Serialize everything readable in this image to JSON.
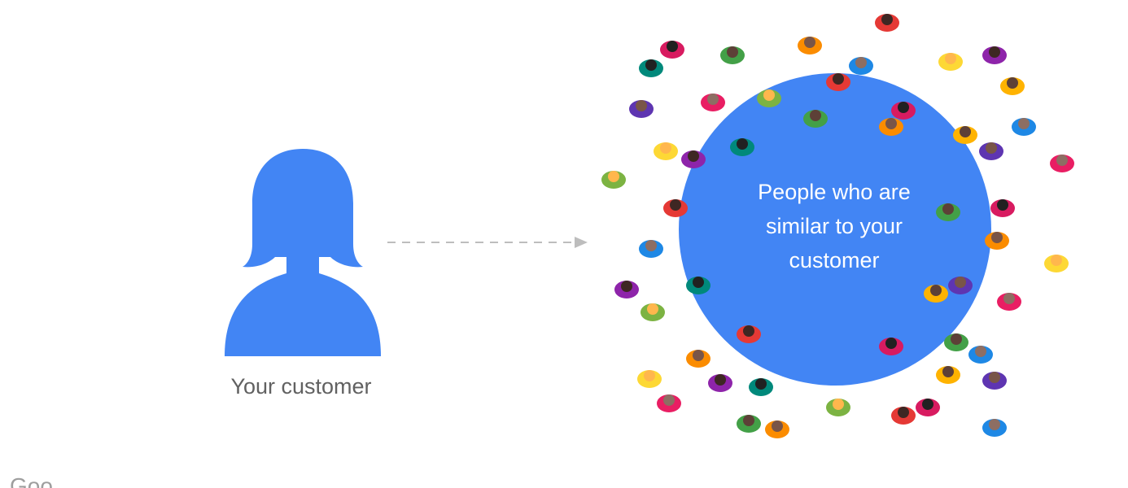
{
  "customer": {
    "label": "Your customer",
    "icon": "person-silhouette-icon",
    "color": "#4285F4"
  },
  "arrow": {
    "style": "dashed",
    "color": "#bdbdbd"
  },
  "audience": {
    "lines": [
      "People who are",
      "similar to your",
      "customer"
    ],
    "circle_color": "#4285F4",
    "crowd_icon": "crowd-people-icon"
  },
  "footer": {
    "brand_fragment": "Goo"
  },
  "crowd_colors": [
    "#e53935",
    "#d81b60",
    "#43a047",
    "#fb8c00",
    "#1e88e5",
    "#fdd835",
    "#8e24aa",
    "#00897b",
    "#ffb300",
    "#5e35b1",
    "#e91e63",
    "#7cb342"
  ]
}
